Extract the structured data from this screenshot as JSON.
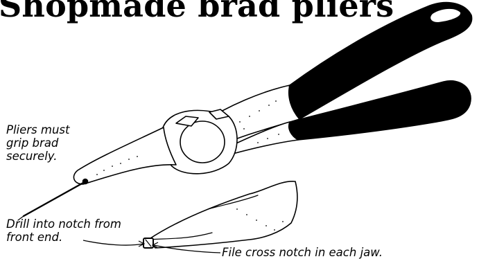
{
  "title": "Shopmade brad pliers",
  "captions": {
    "grip": "Pliers must\ngrip brad\nsecurely.",
    "drill": "Drill into notch from\nfront end.",
    "file": "File cross notch in each jaw."
  },
  "colors": {
    "ink": "#000000",
    "paper": "#ffffff"
  }
}
